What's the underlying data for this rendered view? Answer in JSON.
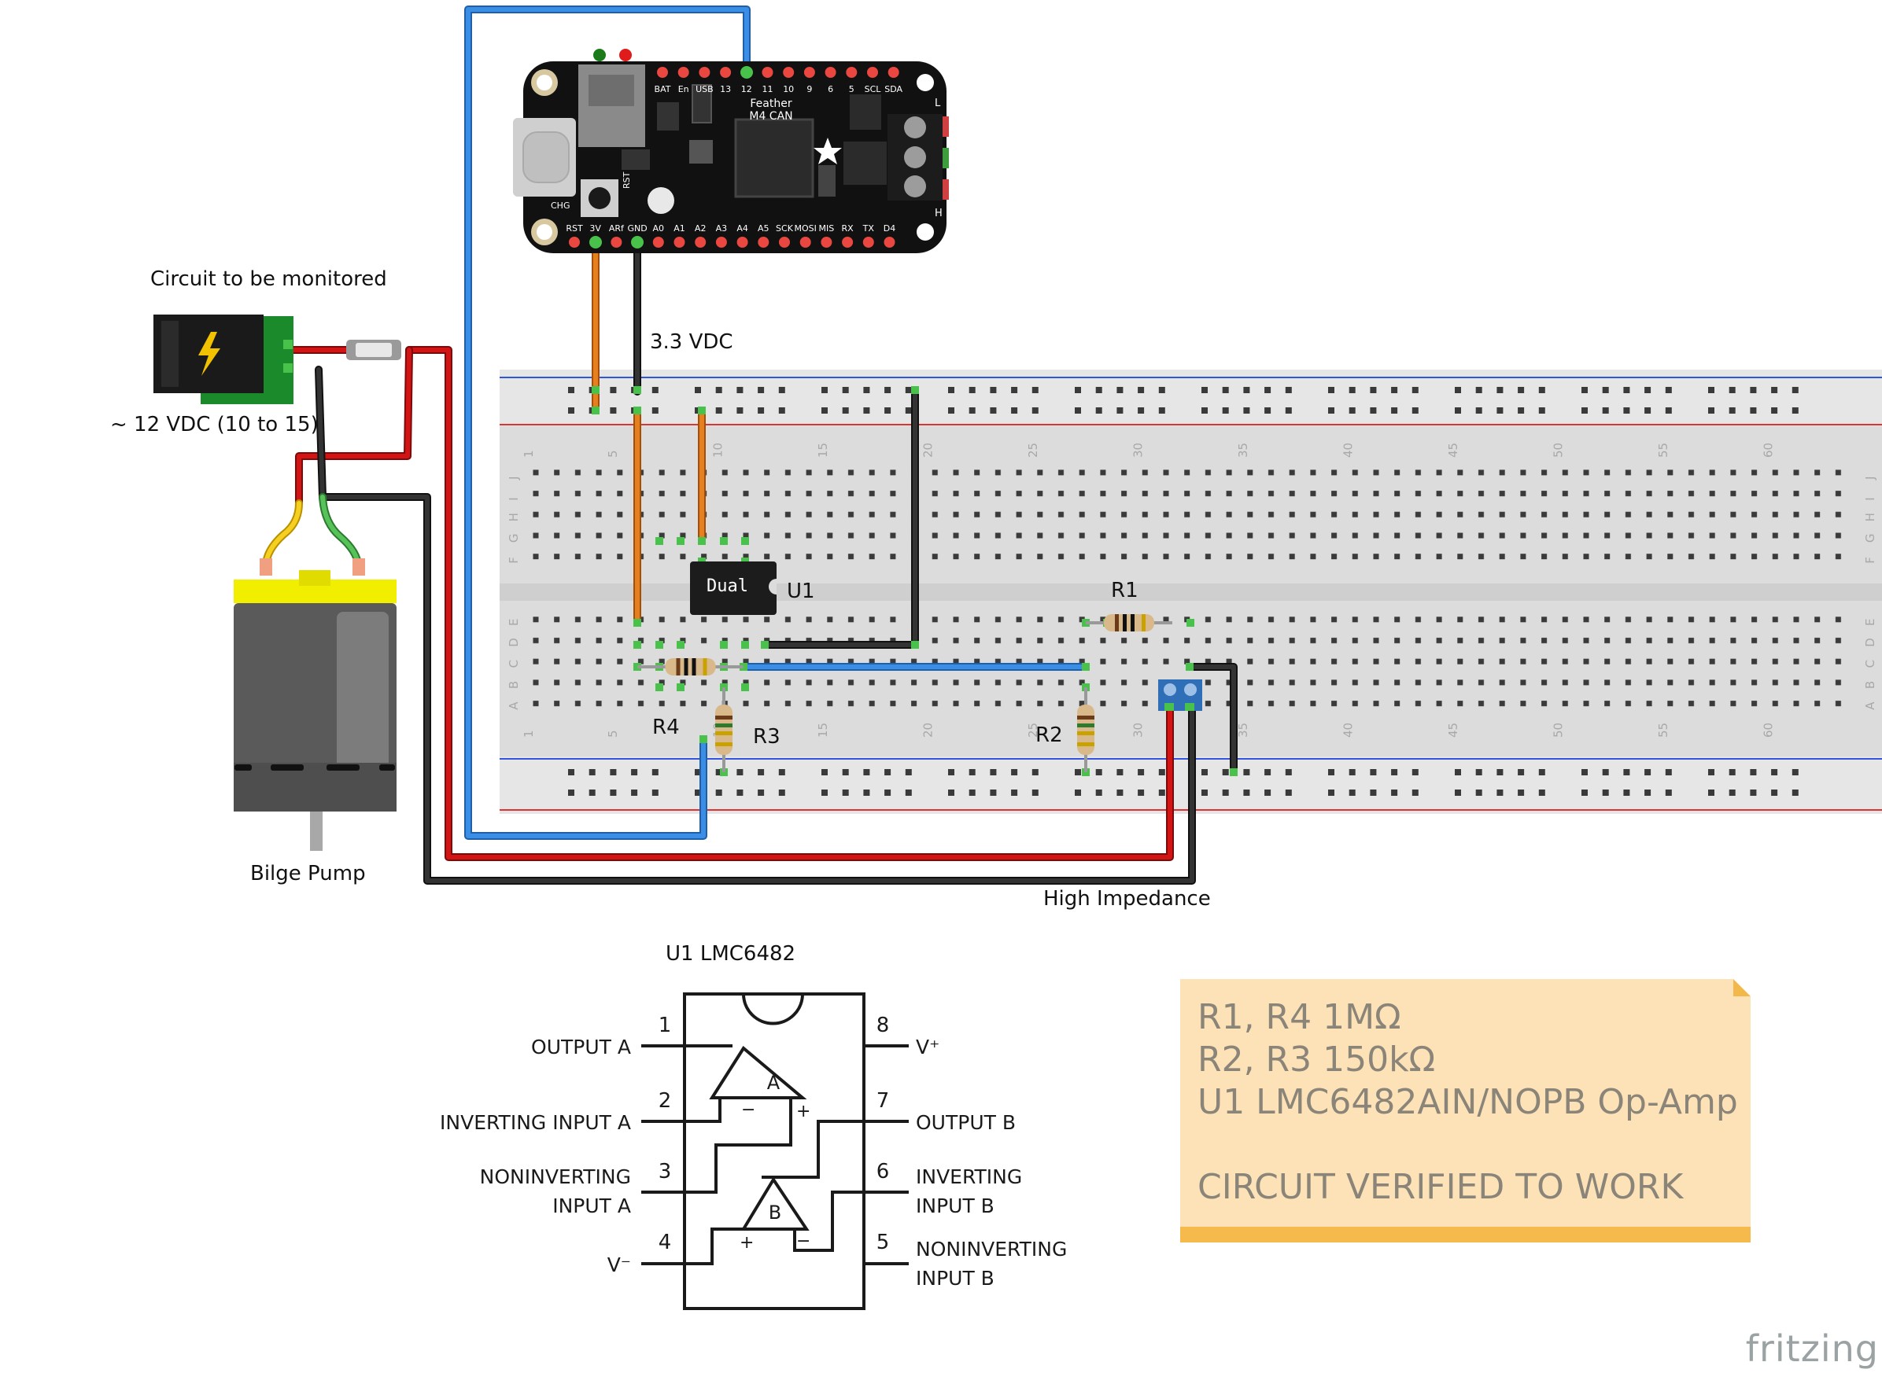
{
  "labels": {
    "circuit_to_monitor": "Circuit to be monitored",
    "supply_voltage": "~ 12 VDC (10 to 15)",
    "bilge_pump": "Bilge Pump",
    "logic_voltage": "3.3 VDC",
    "high_impedance": "High Impedance",
    "u1": "U1",
    "r1": "R1",
    "r2": "R2",
    "r3": "R3",
    "r4": "R4",
    "chip_text": "Dual",
    "u1_title": "U1  LMC6482"
  },
  "feather": {
    "name_line1": "Feather",
    "name_line2": "M4 CAN",
    "top_pins": [
      "BAT",
      "En",
      "USB",
      "13",
      "12",
      "11",
      "10",
      "9",
      "6",
      "5",
      "SCL",
      "SDA"
    ],
    "bottom_pins": [
      "RST",
      "3V",
      "ARf",
      "GND",
      "A0",
      "A1",
      "A2",
      "A3",
      "A4",
      "A5",
      "SCK",
      "MOSI",
      "MIS",
      "RX",
      "TX",
      "D4"
    ],
    "chg": "CHG",
    "rst": "RST",
    "terminal_l": "L",
    "terminal_h": "H"
  },
  "breadboard": {
    "column_numbers": [
      "1",
      "5",
      "10",
      "15",
      "20",
      "25",
      "30",
      "35",
      "40",
      "45",
      "50",
      "55",
      "60"
    ],
    "row_letters_top": [
      "J",
      "I",
      "H",
      "G",
      "F"
    ],
    "row_letters_bottom": [
      "E",
      "D",
      "C",
      "B",
      "A"
    ]
  },
  "pinout": {
    "pins": [
      {
        "num": "1",
        "label": "OUTPUT A"
      },
      {
        "num": "2",
        "label": "INVERTING INPUT A"
      },
      {
        "num": "3",
        "label_line1": "NONINVERTING",
        "label_line2": "INPUT A"
      },
      {
        "num": "4",
        "label": "V⁻"
      },
      {
        "num": "5",
        "label_line1": "NONINVERTING",
        "label_line2": "INPUT B"
      },
      {
        "num": "6",
        "label_line1": "INVERTING",
        "label_line2": "INPUT B"
      },
      {
        "num": "7",
        "label": "OUTPUT B"
      },
      {
        "num": "8",
        "label": "V⁺"
      }
    ],
    "amp_a": "A",
    "amp_b": "B",
    "minus": "−",
    "plus": "+"
  },
  "note": {
    "lines": [
      "R1, R4 1MΩ",
      "R2, R3 150kΩ",
      "U1 LMC6482AIN/NOPB Op-Amp",
      "",
      "CIRCUIT VERIFIED TO WORK"
    ]
  },
  "brand": "fritzing",
  "colors": {
    "wire_red": "#cc1111",
    "wire_black": "#222222",
    "wire_blue": "#2f7fd6",
    "wire_orange": "#e0781f",
    "wire_yellow": "#f1c40f",
    "wire_green": "#4caf50",
    "breadboard": "#dcdcdc",
    "note_bg": "#fde2b8"
  }
}
